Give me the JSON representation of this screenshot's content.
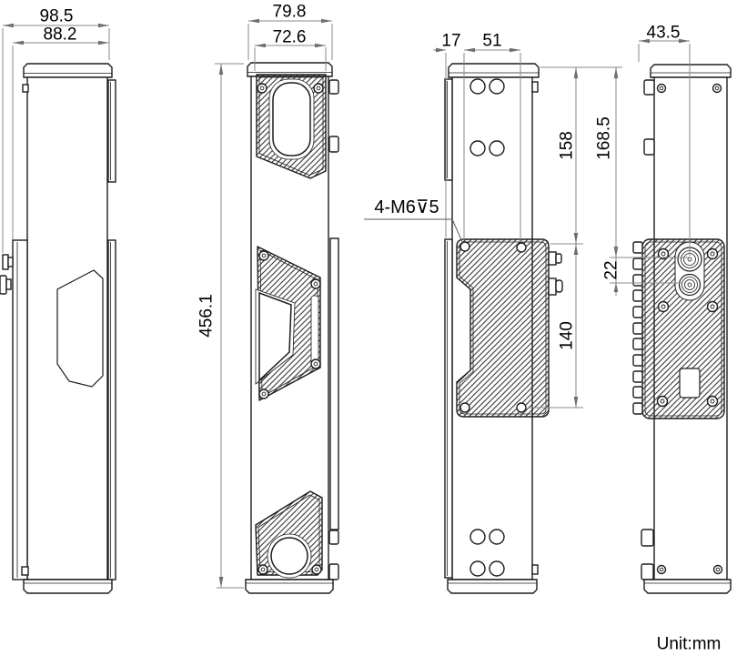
{
  "unit_note": "Unit:mm",
  "dimensions": {
    "view1": {
      "outer_width": "98.5",
      "body_width": "88.2"
    },
    "view2": {
      "cap_width": "79.8",
      "window_panel_width": "72.6",
      "total_height": "456.1"
    },
    "view3": {
      "mount_hole_offset": "17",
      "mount_hole_spacing": "51",
      "top_to_plate": "158",
      "plate_hole_span": "140",
      "thread_callout": "4-M6⊽5"
    },
    "view4": {
      "connector_axis_offset": "43.5",
      "top_to_connector": "168.5",
      "connector_spacing": "22"
    }
  }
}
